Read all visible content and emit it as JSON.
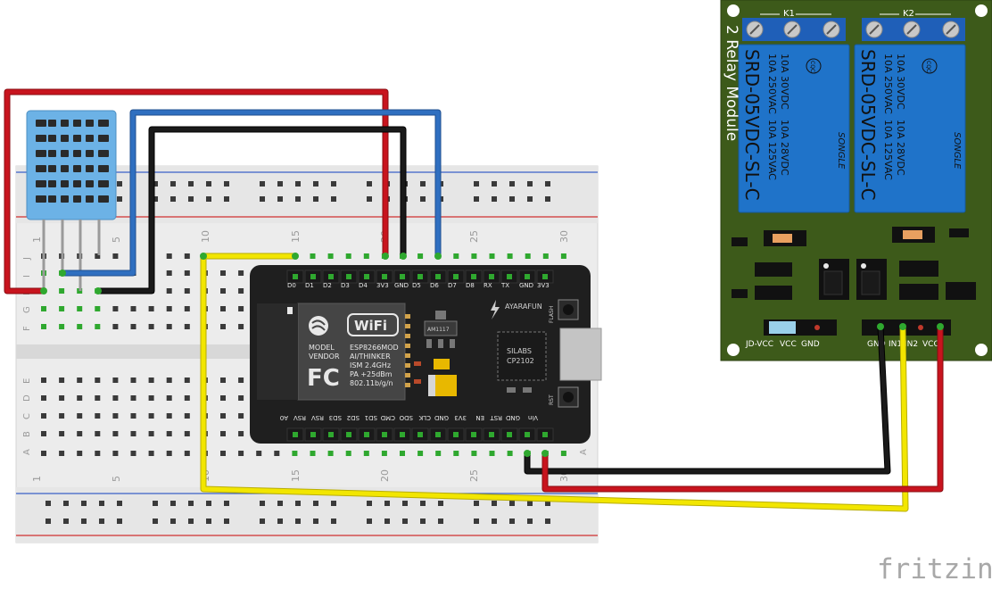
{
  "colors": {
    "red_wire": "#c8141e",
    "black_wire": "#1a1a1a",
    "blue_wire": "#2f6fc0",
    "yellow_wire": "#f2e600",
    "breadboard": "#ececec",
    "board": "#1f1f1f",
    "relay_pcb": "#3d5a1a",
    "relay_blue": "#1f73c9",
    "terminal_blue": "#1f5fb8",
    "sensor_blue": "#6cb2e6",
    "header_green": "#2fa82f"
  },
  "breadboard": {
    "column_numbers": [
      "1",
      "5",
      "10",
      "15",
      "20",
      "25",
      "30"
    ],
    "row_letters_top": [
      "J",
      "I",
      "H",
      "G",
      "F"
    ],
    "row_letters_bottom": [
      "E",
      "D",
      "C",
      "B",
      "A"
    ]
  },
  "nodemcu": {
    "top_pins": [
      "D0",
      "D1",
      "D2",
      "D3",
      "D4",
      "3V3",
      "GND",
      "D5",
      "D6",
      "D7",
      "D8",
      "RX",
      "TX",
      "GND",
      "3V3"
    ],
    "bottom_pins": [
      "A0",
      "RSV",
      "RSV",
      "SD3",
      "SD2",
      "SD1",
      "CMD",
      "SDO",
      "CLK",
      "GND",
      "3V3",
      "EN",
      "RST",
      "GND",
      "Vin"
    ],
    "model_text": "MODEL",
    "vendor_text": "VENDOR",
    "wifi_text": "WiFi",
    "fc_text": "FC",
    "module_lines": [
      "ESP8266MOD",
      "AI/THINKER",
      "ISM 2.4GHz",
      "PA +25dBm",
      "802.11b/g/n"
    ],
    "regulator": "AM1117",
    "maker": "AYARAFUN",
    "chip_lines": [
      "SILABS",
      "CP2102"
    ],
    "flash_label": "FLASH",
    "rst_label": "RST"
  },
  "relay": {
    "channels": [
      {
        "label": "K1",
        "model": "SRD-05VDC-SL-C",
        "rating_left": [
          "10A 250VAC",
          "10A 30VDC"
        ],
        "rating_right": [
          "10A 125VAC",
          "10A 28VDC"
        ],
        "brand": "SONGLE",
        "cert": "CQC"
      },
      {
        "label": "K2",
        "model": "SRD-05VDC-SL-C",
        "rating_left": [
          "10A 250VAC",
          "10A 30VDC"
        ],
        "rating_right": [
          "10A 125VAC",
          "10A 28VDC"
        ],
        "brand": "SONGLE",
        "cert": "CQC"
      }
    ],
    "module_title": "2 Relay Module",
    "jumper_labels": [
      "JD-VCC",
      "VCC",
      "GND"
    ],
    "input_labels": [
      "GND",
      "IN1",
      "IN2",
      "VCC"
    ]
  },
  "watermark": "fritzing"
}
